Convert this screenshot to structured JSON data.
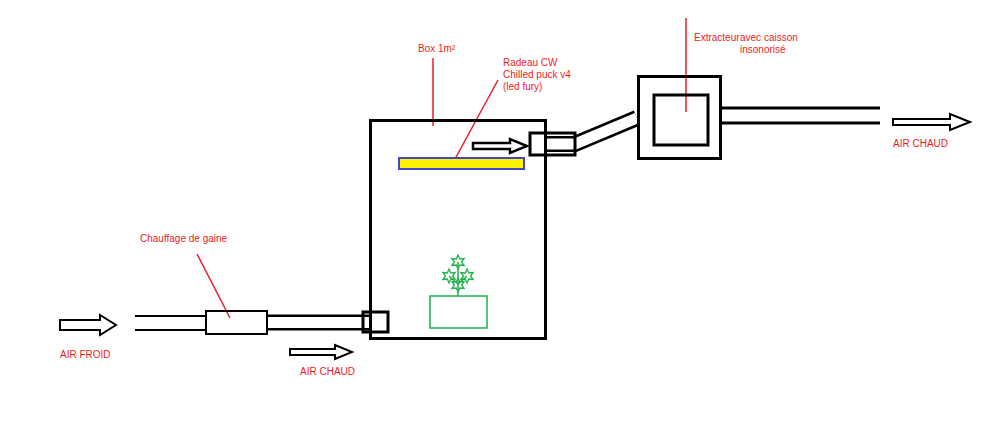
{
  "diagram": {
    "nodes": [
      {
        "text": [
          "Box 1m²"
        ]
      },
      {
        "text": [
          "Chauffage de gaine"
        ]
      },
      {
        "text": [
          "Radeau CW Chilled puck v4 (led fury)"
        ],
        "in": 0
      },
      {
        "text": [
          "Extracteur",
          "avec caisson insonorisé"
        ]
      }
    ],
    "edges": [
      {
        "from": 1,
        "to": 0,
        "arrow": "none"
      },
      {
        "from": 0,
        "to": 3,
        "arrow": "none"
      }
    ],
    "labels": [
      "AIR FROID",
      "AIR CHAUD",
      "AIR CHAUD"
    ]
  }
}
